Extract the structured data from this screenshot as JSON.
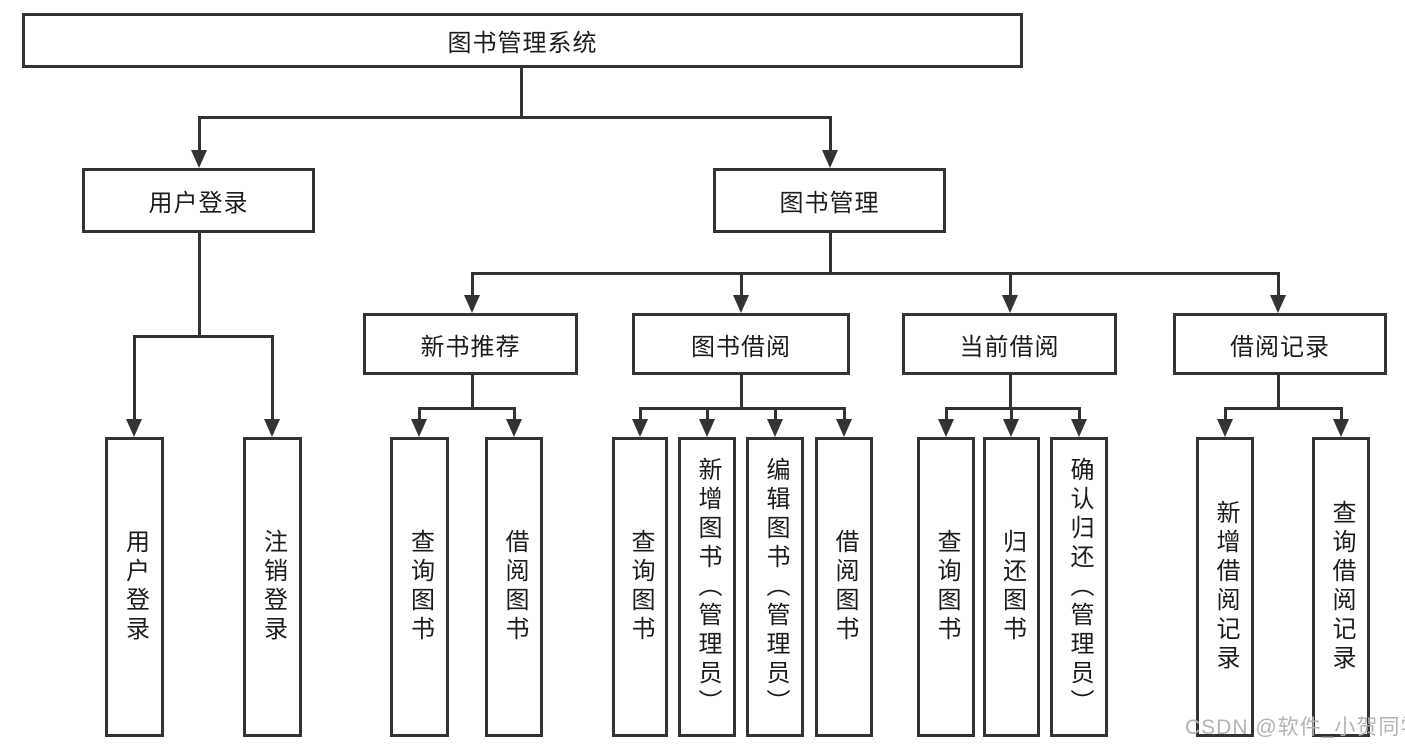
{
  "tree": {
    "root": {
      "label": "图书管理系统",
      "children": [
        {
          "label": "用户登录",
          "children": [
            {
              "label": "用户登录"
            },
            {
              "label": "注销登录"
            }
          ]
        },
        {
          "label": "图书管理",
          "children": [
            {
              "label": "新书推荐",
              "children": [
                {
                  "label": "查询图书"
                },
                {
                  "label": "借阅图书"
                }
              ]
            },
            {
              "label": "图书借阅",
              "children": [
                {
                  "label": "查询图书"
                },
                {
                  "label": "新增图书（管理员）"
                },
                {
                  "label": "编辑图书（管理员）"
                },
                {
                  "label": "借阅图书"
                }
              ]
            },
            {
              "label": "当前借阅",
              "children": [
                {
                  "label": "查询图书"
                },
                {
                  "label": "归还图书"
                },
                {
                  "label": "确认归还（管理员）"
                }
              ]
            },
            {
              "label": "借阅记录",
              "children": [
                {
                  "label": "新增借阅记录"
                },
                {
                  "label": "查询借阅记录"
                }
              ]
            }
          ]
        }
      ]
    }
  },
  "watermark": "CSDN @软件_小贺同学",
  "colors": {
    "line": "#333333",
    "text": "#1c1c1c",
    "background": "#ffffff",
    "watermark": "#b3b3b3"
  }
}
